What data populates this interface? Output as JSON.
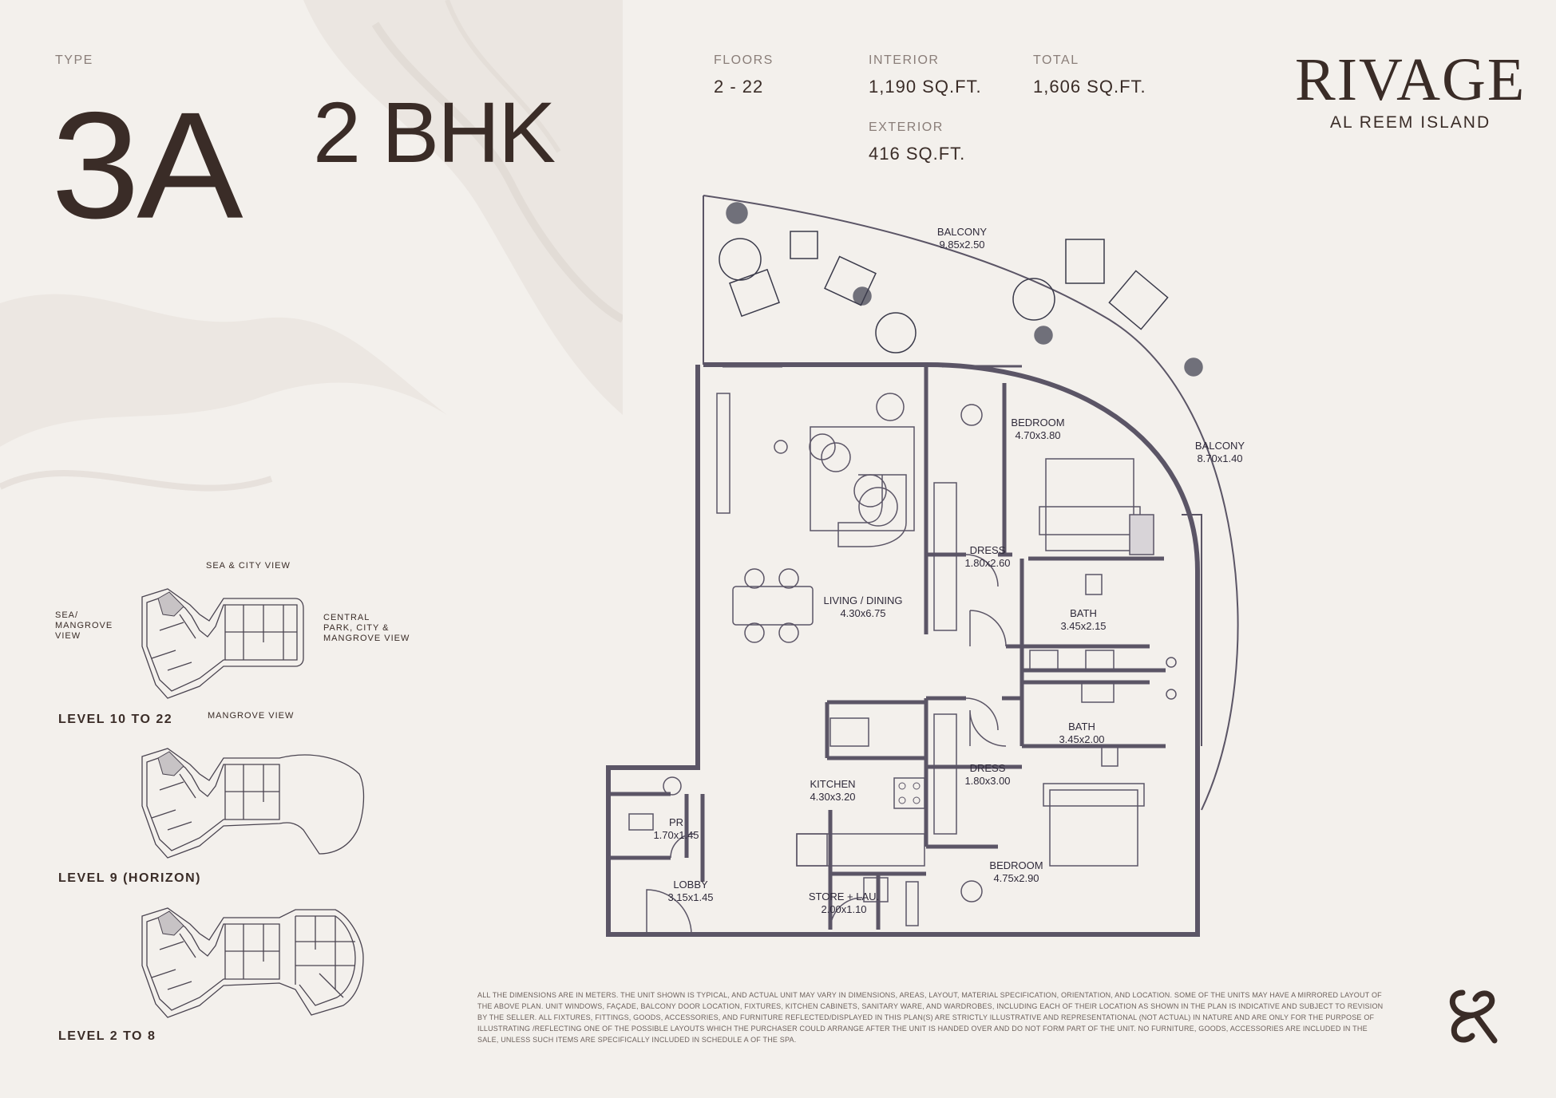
{
  "header": {
    "type_label": "TYPE",
    "type_value": "3A",
    "config": "2 BHK"
  },
  "specs": {
    "floors_label": "FLOORS",
    "floors_value": "2 - 22",
    "interior_label": "INTERIOR",
    "interior_value": "1,190 SQ.FT.",
    "total_label": "TOTAL",
    "total_value": "1,606 SQ.FT.",
    "exterior_label": "EXTERIOR",
    "exterior_value": "416 SQ.FT."
  },
  "brand": {
    "name": "RIVAGE",
    "location": "AL REEM ISLAND",
    "emblem": "monogram-emblem"
  },
  "floorplan": {
    "rooms": [
      {
        "id": "balcony-top",
        "name": "BALCONY",
        "dims": "9.85x2.50"
      },
      {
        "id": "balcony-side",
        "name": "BALCONY",
        "dims": "8.70x1.40"
      },
      {
        "id": "bedroom-1",
        "name": "BEDROOM",
        "dims": "4.70x3.80"
      },
      {
        "id": "dress-1",
        "name": "DRESS",
        "dims": "1.80x2.60"
      },
      {
        "id": "living-dining",
        "name": "LIVING / DINING",
        "dims": "4.30x6.75"
      },
      {
        "id": "bath-1",
        "name": "BATH",
        "dims": "3.45x2.15"
      },
      {
        "id": "bath-2",
        "name": "BATH",
        "dims": "3.45x2.00"
      },
      {
        "id": "dress-2",
        "name": "DRESS",
        "dims": "1.80x3.00"
      },
      {
        "id": "kitchen",
        "name": "KITCHEN",
        "dims": "4.30x3.20"
      },
      {
        "id": "pr",
        "name": "PR",
        "dims": "1.70x1.45"
      },
      {
        "id": "lobby",
        "name": "LOBBY",
        "dims": "3.15x1.45"
      },
      {
        "id": "store-lau",
        "name": "STORE + LAU.",
        "dims": "2.00x1.10"
      },
      {
        "id": "bedroom-2",
        "name": "BEDROOM",
        "dims": "4.75x2.90"
      }
    ]
  },
  "keyplans": {
    "view_top": "SEA & CITY VIEW",
    "view_left_1": "SEA/",
    "view_left_2": "MANGROVE",
    "view_left_3": "VIEW",
    "view_right_1": "CENTRAL",
    "view_right_2": "PARK, CITY &",
    "view_right_3": "MANGROVE VIEW",
    "view_mangrove": "MANGROVE VIEW",
    "level_1": "LEVEL 10 TO 22",
    "level_2": "LEVEL 9 (HORIZON)",
    "level_3": "LEVEL 2 TO 8"
  },
  "disclaimer": "ALL THE DIMENSIONS ARE IN METERS. THE UNIT SHOWN IS TYPICAL, AND ACTUAL UNIT MAY VARY IN DIMENSIONS, AREAS, LAYOUT, MATERIAL SPECIFICATION, ORIENTATION, AND LOCATION. SOME OF THE UNITS MAY HAVE A MIRRORED LAYOUT OF THE ABOVE PLAN. UNIT WINDOWS, FAÇADE, BALCONY DOOR LOCATION, FIXTURES, KITCHEN CABINETS, SANITARY WARE, AND WARDROBES, INCLUDING EACH OF THEIR LOCATION AS SHOWN IN THE PLAN IS INDICATIVE AND SUBJECT TO REVISION BY THE SELLER. ALL FIXTURES, FITTINGS, GOODS, ACCESSORIES, AND FURNITURE REFLECTED/DISPLAYED IN THIS PLAN(S) ARE STRICTLY ILLUSTRATIVE AND REPRESENTATIONAL (NOT ACTUAL) IN NATURE AND ARE ONLY FOR THE PURPOSE OF ILLUSTRATING /REFLECTING ONE OF THE POSSIBLE LAYOUTS WHICH THE PURCHASER COULD ARRANGE AFTER THE UNIT IS HANDED OVER AND DO NOT FORM PART OF THE UNIT. NO FURNITURE, GOODS, ACCESSORIES ARE INCLUDED IN THE SALE, UNLESS SUCH ITEMS ARE SPECIFICALLY INCLUDED IN SCHEDULE A OF THE SPA.",
  "colors": {
    "background": "#f3f0ec",
    "ink": "#3a2c27",
    "plan_line": "#5b5566",
    "muted": "#8a7e79"
  }
}
